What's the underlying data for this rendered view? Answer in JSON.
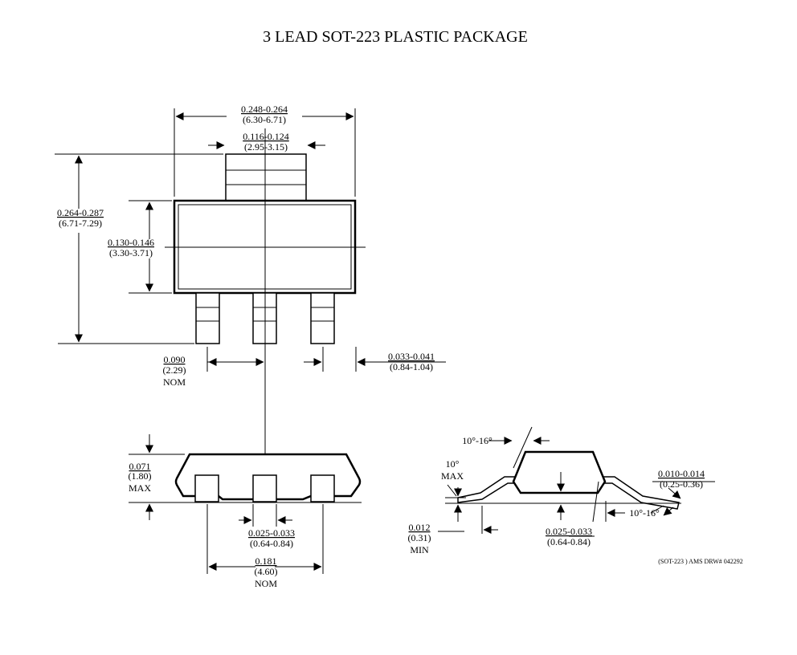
{
  "title": "3 LEAD SOT-223 PLASTIC PACKAGE",
  "drawing_ref": "(SOT-223 ) AMS DRW# 042292",
  "dims": {
    "overall_width": {
      "inch": "0.248-0.264",
      "mm": "(6.30-6.71)"
    },
    "tab_width": {
      "inch": "0.116-0.124",
      "mm": "(2.95-3.15)"
    },
    "overall_height": {
      "inch": "0.264-0.287",
      "mm": "(6.71-7.29)"
    },
    "body_height": {
      "inch": "0.130-0.146",
      "mm": "(3.30-3.71)"
    },
    "lead_pitch": {
      "inch": "0.090",
      "mm": "(2.29)",
      "note": "NOM"
    },
    "lead_width": {
      "inch": "0.033-0.041",
      "mm": "(0.84-1.04)"
    },
    "package_height": {
      "inch": "0.071",
      "mm": "(1.80)",
      "note": "MAX"
    },
    "lead_foot": {
      "inch": "0.025-0.033",
      "mm": "(0.64-0.84)"
    },
    "outer_lead_span": {
      "inch": "0.181",
      "mm": "(4.60)",
      "note": "NOM"
    },
    "mold_angle": {
      "text": "10°-16°"
    },
    "standoff_angle": {
      "line1": "10°",
      "line2": "MAX"
    },
    "lead_thickness": {
      "inch": "0.010-0.014",
      "mm": "(0.25-0.36)"
    },
    "lead_angle": {
      "text": "10°-16°"
    },
    "standoff": {
      "inch": "0.012",
      "mm": "(0.31)",
      "note": "MIN"
    },
    "foot_length": {
      "inch": "0.025-0.033",
      "mm": "(0.64-0.84)"
    }
  }
}
